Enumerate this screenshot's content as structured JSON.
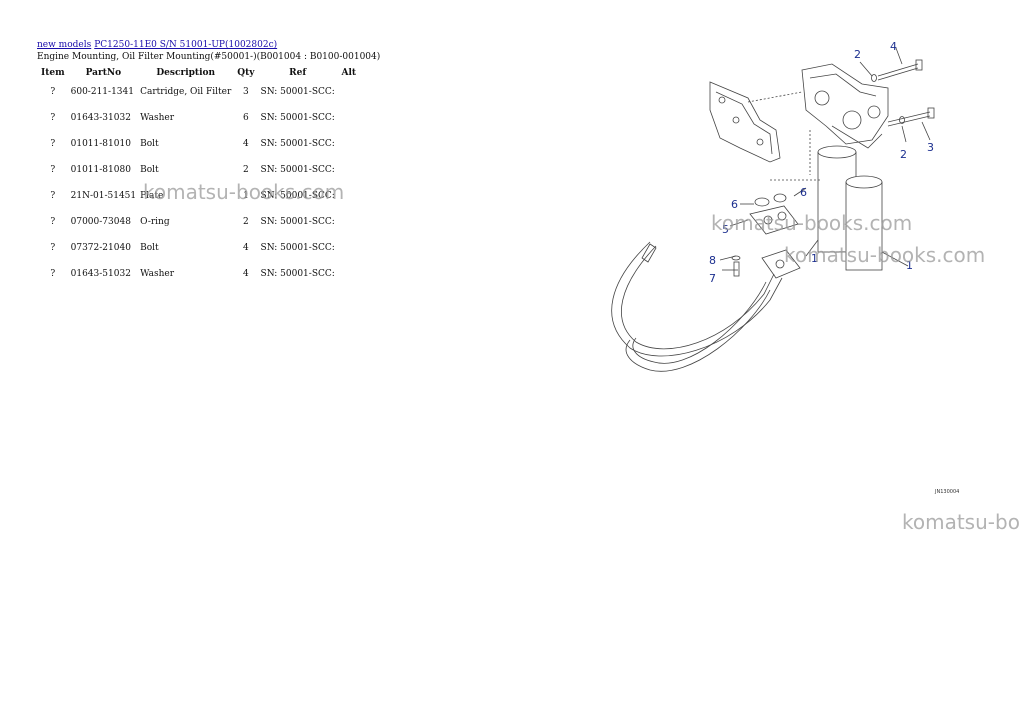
{
  "breadcrumb": {
    "link1": "new models",
    "link2": "PC1250-11E0 S/N 51001-UP(1002802c)"
  },
  "subtitle": "Engine Mounting, Oil Filter Mounting(#50001-)(B001004 : B0100-001004)",
  "table": {
    "headers": {
      "item": "Item",
      "part": "PartNo",
      "desc": "Description",
      "qty": "Qty",
      "ref": "Ref",
      "alt": "Alt"
    },
    "rows": [
      {
        "item": "?",
        "part": "600-211-1341",
        "desc": "Cartridge, Oil Filter",
        "qty": "3",
        "ref": "SN: 50001-SCC:"
      },
      {
        "item": "?",
        "part": "01643-31032",
        "desc": "Washer",
        "qty": "6",
        "ref": "SN: 50001-SCC:"
      },
      {
        "item": "?",
        "part": "01011-81010",
        "desc": "Bolt",
        "qty": "4",
        "ref": "SN: 50001-SCC:"
      },
      {
        "item": "?",
        "part": "01011-81080",
        "desc": "Bolt",
        "qty": "2",
        "ref": "SN: 50001-SCC:"
      },
      {
        "item": "?",
        "part": "21N-01-51451",
        "desc": "Plate",
        "qty": "1",
        "ref": "SN: 50001-SCC:"
      },
      {
        "item": "?",
        "part": "07000-73048",
        "desc": "O-ring",
        "qty": "2",
        "ref": "SN: 50001-SCC:"
      },
      {
        "item": "?",
        "part": "07372-21040",
        "desc": "Bolt",
        "qty": "4",
        "ref": "SN: 50001-SCC:"
      },
      {
        "item": "?",
        "part": "01643-51032",
        "desc": "Washer",
        "qty": "4",
        "ref": "SN: 50001-SCC:"
      }
    ]
  },
  "watermark": {
    "text": "komatsu-books.com",
    "cut": "komatsu-bo"
  },
  "diagram": {
    "callouts": {
      "c1": "1",
      "c2": "2",
      "c3": "3",
      "c4": "4",
      "c5": "5",
      "c6": "6",
      "c7": "7",
      "c8": "8"
    },
    "figure_id": "JN130004"
  }
}
